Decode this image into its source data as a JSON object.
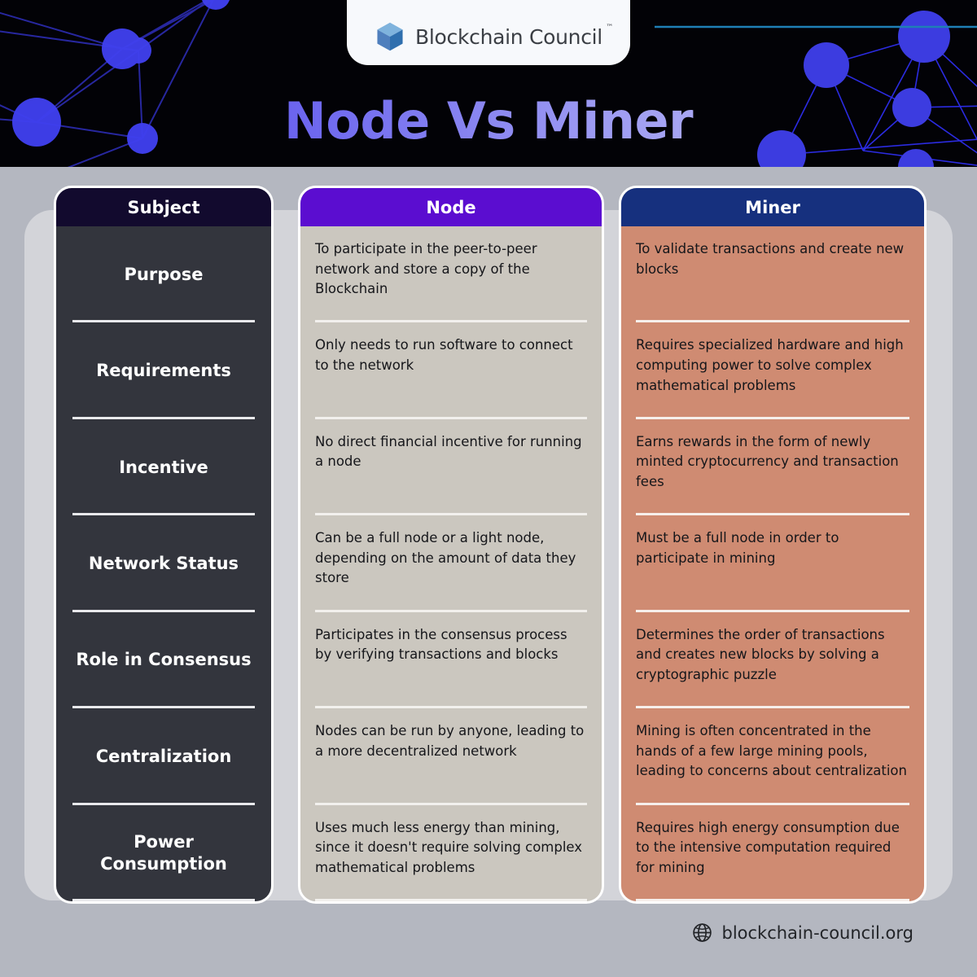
{
  "brand": {
    "name": "Blockchain Council",
    "trademark": "™",
    "logo_icon": "cube-icon",
    "cube_top_color": "#7fb3dd",
    "cube_left_color": "#4f7fbd",
    "cube_right_color": "#2f6fae"
  },
  "header": {
    "title": "Node Vs Miner",
    "background": "#020206",
    "node_color": "#4040ee",
    "accent_line_color": "#1f7fb5",
    "title_gradient_from": "#4637e8",
    "title_gradient_to": "#c9c8f7"
  },
  "table": {
    "columns": [
      {
        "label": "Subject",
        "header_bg": "#120a2e",
        "body_bg": "#33353d",
        "text_color": "#ffffff"
      },
      {
        "label": "Node",
        "header_bg": "#5b0dd0",
        "body_bg": "#cbc7bf",
        "text_color": "#15161a"
      },
      {
        "label": "Miner",
        "header_bg": "#16307e",
        "body_bg": "#cf8b72",
        "text_color": "#15161a"
      }
    ],
    "rows": [
      {
        "subject": "Purpose",
        "node": "To participate in the peer-to-peer network and store a copy of the Blockchain",
        "miner": "To validate transactions and create new blocks"
      },
      {
        "subject": "Requirements",
        "node": "Only needs to run software to connect to the network",
        "miner": "Requires specialized hardware and high computing power to solve complex mathematical problems"
      },
      {
        "subject": "Incentive",
        "node": "No direct financial incentive for running a node",
        "miner": "Earns rewards in the form of newly minted cryptocurrency and transaction fees"
      },
      {
        "subject": "Network Status",
        "node": "Can be a full node or a light node, depending on the amount of data they store",
        "miner": "Must be a full node in order to participate in mining"
      },
      {
        "subject": "Role in Consensus",
        "node": "Participates in the consensus process by verifying transactions and blocks",
        "miner": "Determines the order of transactions and creates new blocks by solving a cryptographic puzzle"
      },
      {
        "subject": "Centralization",
        "node": "Nodes can be run by anyone, leading to a more decentralized network",
        "miner": "Mining is often concentrated in the hands of a few large mining pools, leading to concerns about centralization"
      },
      {
        "subject": "Power Consumption",
        "node": "Uses much less energy than mining, since it doesn't require solving complex mathematical problems",
        "miner": "Requires high energy consumption due to the intensive computation required for mining"
      }
    ]
  },
  "footer": {
    "icon": "globe-icon",
    "website": "blockchain-council.org"
  },
  "page": {
    "background": "#b4b7c0",
    "panel_background": "#d3d4d9"
  }
}
